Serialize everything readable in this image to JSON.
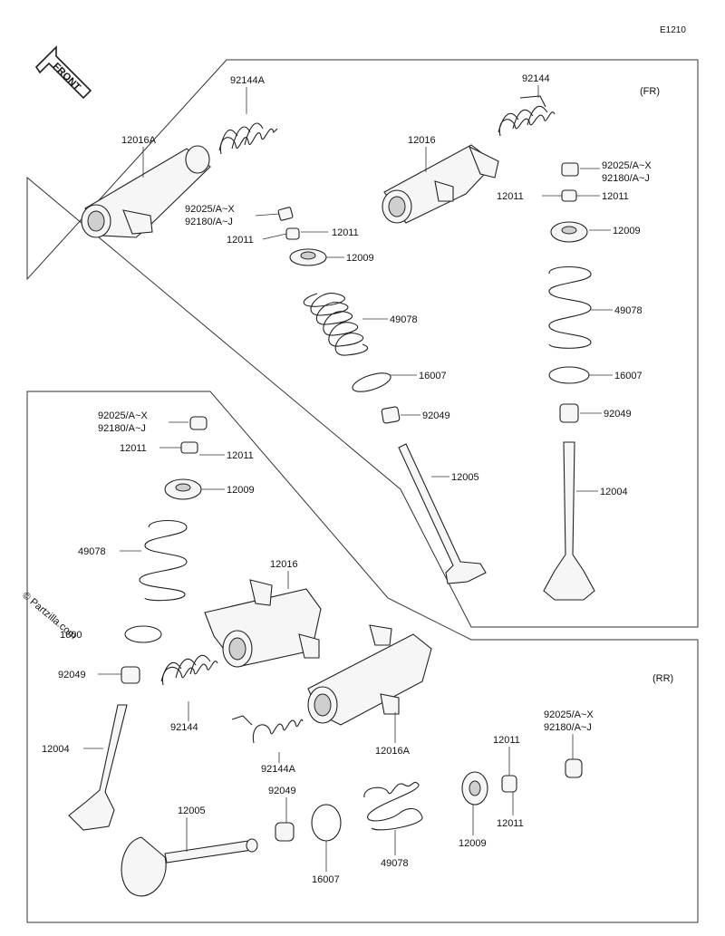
{
  "diagram_code": "E1210",
  "front_label": "FRONT",
  "sections": {
    "front_cylinder": "(FR)",
    "rear_cylinder": "(RR)"
  },
  "watermark": "© Partzilla.com",
  "callouts": {
    "fr_12016A": "12016A",
    "fr_92144A": "92144A",
    "fr_92144": "92144",
    "fr_12016": "12016",
    "fr_in_92025": "92025/A~X",
    "fr_in_92180": "92180/A~J",
    "fr_in_12011_left": "12011",
    "fr_in_12011_right": "12011",
    "fr_in_12009": "12009",
    "fr_in_49078": "49078",
    "fr_in_16007": "16007",
    "fr_in_92049": "92049",
    "fr_in_12005": "12005",
    "fr_ex_92025": "92025/A~X",
    "fr_ex_92180": "92180/A~J",
    "fr_ex_12011_left": "12011",
    "fr_ex_12011_right": "12011",
    "fr_ex_12009": "12009",
    "fr_ex_49078": "49078",
    "fr_ex_16007": "16007",
    "fr_ex_92049": "92049",
    "fr_ex_12004": "12004",
    "rr_ex_92025": "92025/A~X",
    "rr_ex_92180": "92180/A~J",
    "rr_ex_12011_left": "12011",
    "rr_ex_12011_right": "12011",
    "rr_ex_12009": "12009",
    "rr_ex_49078": "49078",
    "rr_ex_16007": "1600",
    "rr_ex_92049": "92049",
    "rr_ex_12004": "12004",
    "rr_12016": "12016",
    "rr_92144": "92144",
    "rr_92144A": "92144A",
    "rr_12016A": "12016A",
    "rr_in_12005": "12005",
    "rr_in_92049": "92049",
    "rr_in_16007": "16007",
    "rr_in_49078": "49078",
    "rr_in_12009": "12009",
    "rr_in_12011_top": "12011",
    "rr_in_12011_bottom": "12011",
    "rr_in_92025": "92025/A~X",
    "rr_in_92180": "92180/A~J"
  }
}
